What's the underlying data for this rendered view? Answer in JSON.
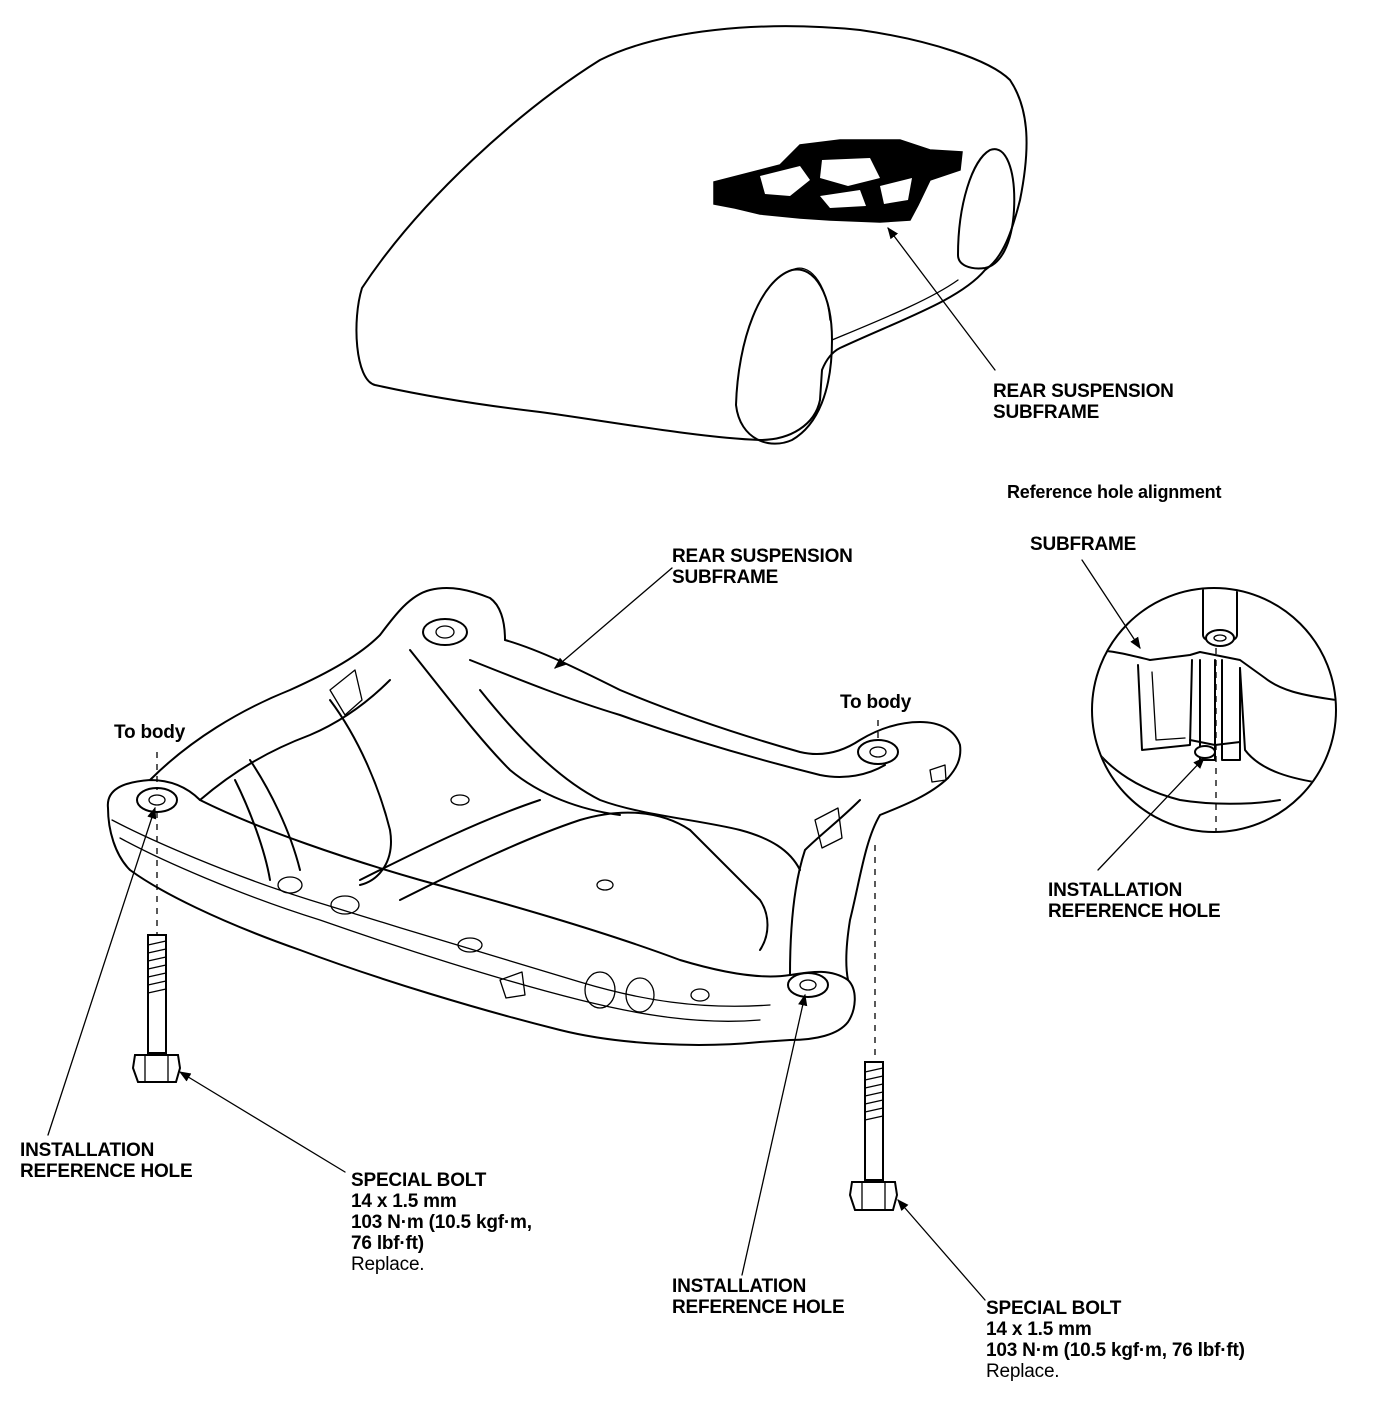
{
  "labels": {
    "top_subframe": [
      "REAR SUSPENSION",
      "SUBFRAME"
    ],
    "frame_subframe": [
      "REAR SUSPENSION",
      "SUBFRAME"
    ],
    "to_body_left": "To body",
    "to_body_right": "To body",
    "detail_title": "Reference hole alignment",
    "detail_subframe": "SUBFRAME",
    "detail_ref_hole": [
      "INSTALLATION",
      "REFERENCE HOLE"
    ],
    "left_ref_hole": [
      "INSTALLATION",
      "REFERENCE HOLE"
    ],
    "center_ref_hole": [
      "INSTALLATION",
      "REFERENCE HOLE"
    ],
    "left_bolt": {
      "name": "SPECIAL BOLT",
      "size": "14 x 1.5 mm",
      "torque1": "103 N·m (10.5 kgf·m,",
      "torque2": "76 lbf·ft)",
      "note": "Replace."
    },
    "right_bolt": {
      "name": "SPECIAL BOLT",
      "size": "14 x 1.5 mm",
      "torque": "103 N·m (10.5 kgf·m, 76 lbf·ft)",
      "note": "Replace."
    }
  }
}
